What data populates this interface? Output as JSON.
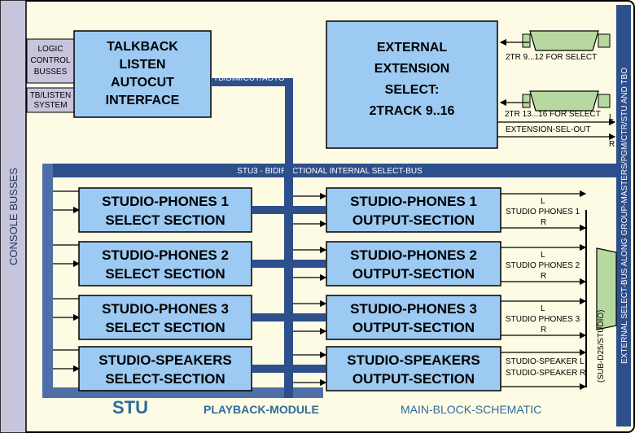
{
  "colors": {
    "panel_bg": "#fdfbe3",
    "block_fill": "#9ccaf2",
    "bus_dark": "#2d4f8c",
    "bus_light": "#4f6fa8",
    "side_bar": "#c7c5dc",
    "connector": "#b7d9a0"
  },
  "left_bar": {
    "label": "CONSOLE BUSSES"
  },
  "right_bar": {
    "label": "EXTERNAL SELECT-BUS ALONG GROUP-MASTERS/PGM/CTR/STU AND TBO"
  },
  "inputs": {
    "logic": [
      "LOGIC",
      "CONTROL",
      "BUSSES"
    ],
    "tb": [
      "TB/LISTEN",
      "SYSTEM"
    ]
  },
  "talkback": {
    "lines": [
      "TALKBACK",
      "LISTEN",
      "AUTOCUT",
      "INTERFACE"
    ]
  },
  "tb_bus_label": "TB/DIM/CUT/AUTO",
  "external": {
    "lines": [
      "EXTERNAL",
      "EXTENSION",
      "SELECT:",
      "2TRACK 9..16"
    ]
  },
  "ext_labels": {
    "a": "2TR 9...12 FOR SELECT",
    "b": "2TR 13...16 FOR SELECT",
    "l": "L",
    "sel_out": "EXTENSION-SEL-OUT",
    "r": "R"
  },
  "stu3_label": "STU3 - BIDIRECTIONAL INTERNAL SELECT-BUS",
  "select_sections": [
    {
      "line1": "STUDIO-PHONES 1",
      "line2": "SELECT SECTION"
    },
    {
      "line1": "STUDIO-PHONES 2",
      "line2": "SELECT SECTION"
    },
    {
      "line1": "STUDIO-PHONES 3",
      "line2": "SELECT SECTION"
    },
    {
      "line1": "STUDIO-SPEAKERS",
      "line2": "SELECT-SECTION"
    }
  ],
  "output_sections": [
    {
      "line1": "STUDIO-PHONES 1",
      "line2": "OUTPUT-SECTION"
    },
    {
      "line1": "STUDIO-PHONES 2",
      "line2": "OUTPUT-SECTION"
    },
    {
      "line1": "STUDIO-PHONES 3",
      "line2": "OUTPUT-SECTION"
    },
    {
      "line1": "STUDIO-SPEAKERS",
      "line2": "OUTPUT-SECTION"
    }
  ],
  "output_labels": [
    {
      "l": "L",
      "name": "STUDIO PHONES 1",
      "r": "R"
    },
    {
      "l": "L",
      "name": "STUDIO PHONES 2",
      "r": "R"
    },
    {
      "l": "L",
      "name": "STUDIO PHONES 3",
      "r": "R"
    },
    {
      "l": "STUDIO-SPEAKER L",
      "name": "",
      "r": "STUDIO-SPEAKER R"
    }
  ],
  "d25_label": "(SUB-D25/STUDIO)",
  "footer": {
    "stu": "STU",
    "module": "PLAYBACK-MODULE",
    "schematic": "MAIN-BLOCK-SCHEMATIC"
  }
}
